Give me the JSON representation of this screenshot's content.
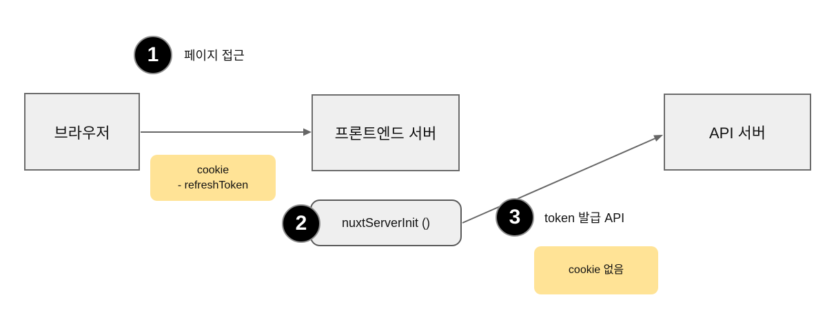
{
  "diagram": {
    "nodes": {
      "browser": {
        "label": "브라우저"
      },
      "frontend_server": {
        "label": "프론트엔드 서버"
      },
      "api_server": {
        "label": "API 서버"
      },
      "nuxt_server_init": {
        "label": "nuxtServerInit ()"
      }
    },
    "steps": [
      {
        "number": "1",
        "label": "페이지 접근"
      },
      {
        "number": "2",
        "label": ""
      },
      {
        "number": "3",
        "label": "token 발급 API"
      }
    ],
    "notes": {
      "cookie_refresh_token": {
        "line1": "cookie",
        "line2": "- refreshToken"
      },
      "cookie_none": {
        "line1": "cookie 없음"
      }
    },
    "colors": {
      "node_fill": "#efefef",
      "node_border": "#6b6b6b",
      "note_fill": "#ffe396",
      "badge_fill": "#000000",
      "badge_text": "#ffffff",
      "arrow": "#666666",
      "background": "#ffffff"
    }
  }
}
